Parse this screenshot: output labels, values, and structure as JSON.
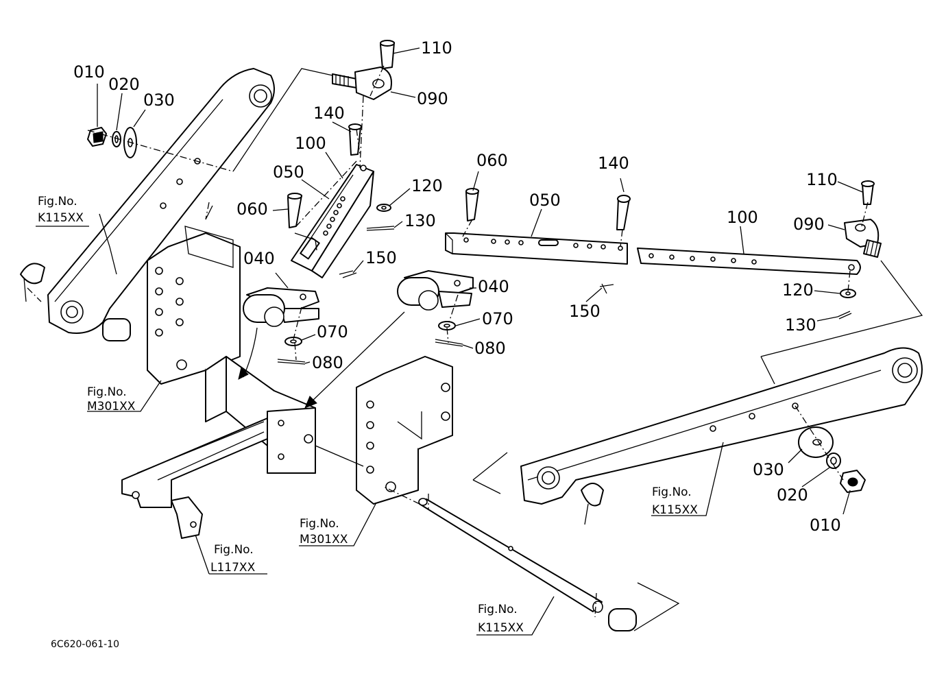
{
  "diagram_code": "6C620-061-10",
  "part_labels": {
    "p110_top": "110",
    "p090_top": "090",
    "p010_left": "010",
    "p020_left": "020",
    "p030_left": "030",
    "p140_mid": "140",
    "p100_mid": "100",
    "p050_mid": "050",
    "p120_mid": "120",
    "p060_mid": "060",
    "p130_mid": "130",
    "p150_mid": "150",
    "p040_left": "040",
    "p070_left": "070",
    "p080_left": "080",
    "p060_right": "060",
    "p050_right": "050",
    "p140_right": "140",
    "p100_right": "100",
    "p110_right": "110",
    "p090_right": "090",
    "p040_right": "040",
    "p070_right": "070",
    "p080_right": "080",
    "p150_right": "150",
    "p120_right": "120",
    "p130_right": "130",
    "p030_right": "030",
    "p020_right": "020",
    "p010_right": "010"
  },
  "figure_refs": [
    {
      "prefix": "Fig.No.",
      "code": "K115XX"
    },
    {
      "prefix": "Fig.No.",
      "code": "M301XX"
    },
    {
      "prefix": "Fig.No.",
      "code": "M301XX"
    },
    {
      "prefix": "Fig.No.",
      "code": "L117XX"
    },
    {
      "prefix": "Fig.No.",
      "code": "K115XX"
    },
    {
      "prefix": "Fig.No.",
      "code": "K115XX"
    }
  ]
}
